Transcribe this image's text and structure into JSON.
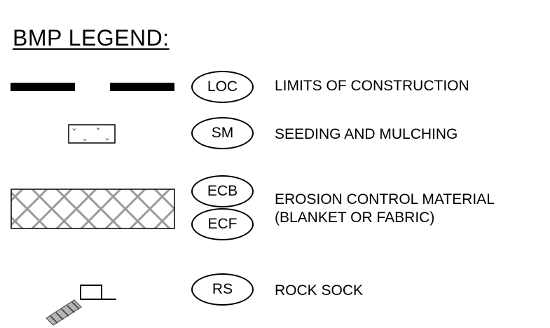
{
  "legend": {
    "title": "BMP LEGEND:",
    "items": [
      {
        "codes": [
          "LOC"
        ],
        "lines": [
          "LIMITS OF CONSTRUCTION"
        ]
      },
      {
        "codes": [
          "SM"
        ],
        "lines": [
          "SEEDING AND MULCHING"
        ]
      },
      {
        "codes": [
          "ECB",
          "ECF"
        ],
        "lines": [
          "EROSION CONTROL MATERIAL",
          "(BLANKET OR FABRIC)"
        ]
      },
      {
        "codes": [
          "RS"
        ],
        "lines": [
          "ROCK SOCK"
        ]
      }
    ]
  },
  "colors": {
    "ink": "#000000",
    "hatch": "#9a9a9a"
  }
}
